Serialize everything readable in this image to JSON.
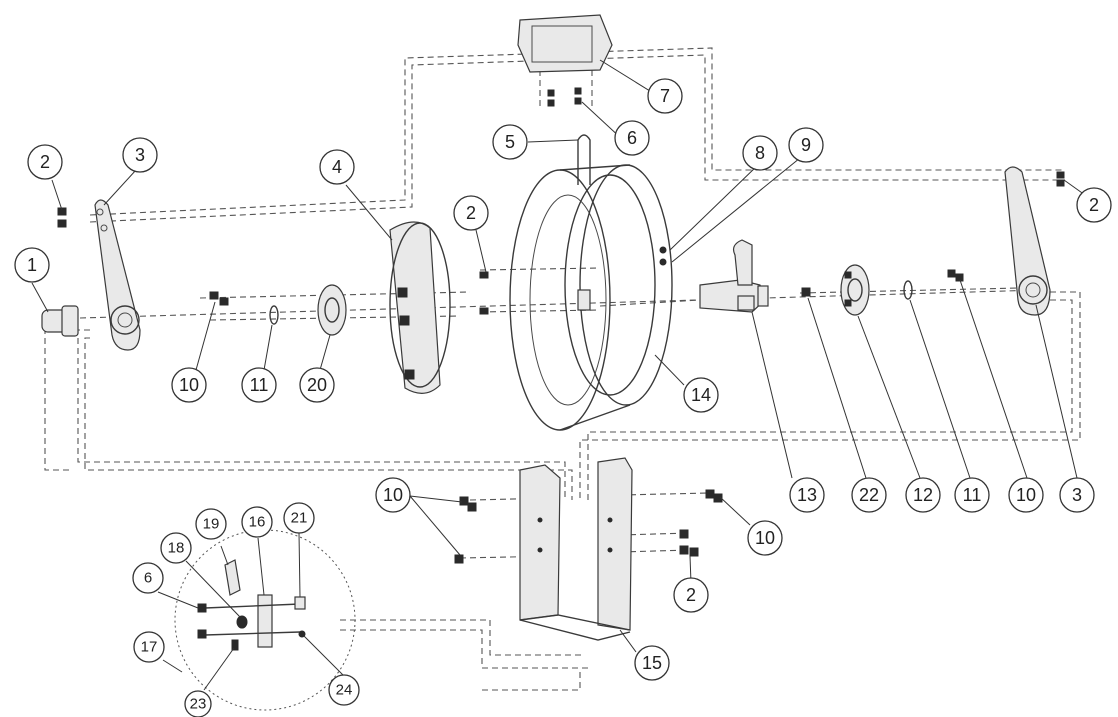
{
  "callouts": [
    {
      "id": "c1",
      "label": "1"
    },
    {
      "id": "c2a",
      "label": "2"
    },
    {
      "id": "c3a",
      "label": "3"
    },
    {
      "id": "c4",
      "label": "4"
    },
    {
      "id": "c10a",
      "label": "10"
    },
    {
      "id": "c11a",
      "label": "11"
    },
    {
      "id": "c20",
      "label": "20"
    },
    {
      "id": "c2b",
      "label": "2"
    },
    {
      "id": "c5",
      "label": "5"
    },
    {
      "id": "c6a",
      "label": "6"
    },
    {
      "id": "c7",
      "label": "7"
    },
    {
      "id": "c8",
      "label": "8"
    },
    {
      "id": "c9",
      "label": "9"
    },
    {
      "id": "c14",
      "label": "14"
    },
    {
      "id": "c13",
      "label": "13"
    },
    {
      "id": "c22",
      "label": "22"
    },
    {
      "id": "c12",
      "label": "12"
    },
    {
      "id": "c11b",
      "label": "11"
    },
    {
      "id": "c10b",
      "label": "10"
    },
    {
      "id": "c3b",
      "label": "3"
    },
    {
      "id": "c2c",
      "label": "2"
    },
    {
      "id": "c10c",
      "label": "10"
    },
    {
      "id": "c10d",
      "label": "10"
    },
    {
      "id": "c2d",
      "label": "2"
    },
    {
      "id": "c15",
      "label": "15"
    },
    {
      "id": "c19",
      "label": "19"
    },
    {
      "id": "c16",
      "label": "16"
    },
    {
      "id": "c21",
      "label": "21"
    },
    {
      "id": "c18",
      "label": "18"
    },
    {
      "id": "c6b",
      "label": "6"
    },
    {
      "id": "c17",
      "label": "17"
    },
    {
      "id": "c23",
      "label": "23"
    },
    {
      "id": "c24",
      "label": "24"
    }
  ]
}
